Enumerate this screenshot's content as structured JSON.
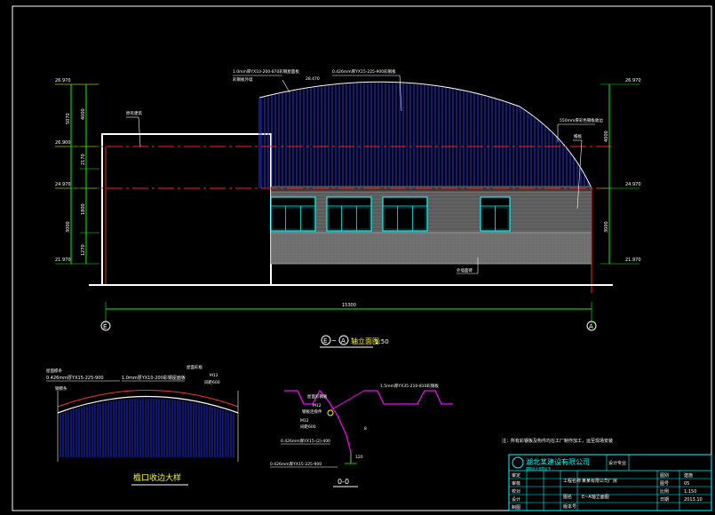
{
  "colors": {
    "background": "#000000",
    "frame": "#ffffff",
    "dim": "#00ff00",
    "roof": "#2233ff",
    "axis_line": "#ff2020",
    "leader": "#ffffff",
    "text": "#ffffff",
    "green_text": "#00ff00",
    "yellow_text": "#ffff00",
    "wall_fill": "#6a6a6a",
    "window": "#00ffff",
    "magenta": "#ff00ff",
    "title_block": "#00ffff",
    "gutter": "#ff3030"
  },
  "elevation": {
    "elev_left": [
      "26.970",
      "26.900",
      "24.970",
      "21.970"
    ],
    "elev_right": [
      "26.970",
      "24.970",
      "21.970"
    ],
    "dim_left_outer": [
      "5070",
      "3000"
    ],
    "dim_left_inner": [
      "4000",
      "2170",
      "1800",
      "1270"
    ],
    "dim_right": [
      "4000",
      "3000"
    ],
    "total_width": "15300",
    "axis_left": "E",
    "axis_right": "A",
    "note_roof_1": "1.0mm厚YX10-200-870彩钢屋面板",
    "note_roof_2": "0.426mm厚YX15-225-900彩钢板",
    "note_roof_3": "彩钢板外墙",
    "note_rise": "28.470",
    "note_right_1": "550mm厚彩色钢板收边",
    "note_right_2": "檐板",
    "note_left_box": "原有建筑",
    "note_wall": "外墙面砖",
    "title_circle_1": "E",
    "title_circle_2": "A",
    "title_text": "~",
    "title_suffix": "轴立面图",
    "title_scale": "1:50"
  },
  "detail_left": {
    "label_a": "0.426mm厚YX15-225-900",
    "label_b": "1.0mm厚YX10-200彩钢屋面板",
    "label_c": "屋面檩条",
    "label_d": "屋面彩板",
    "label_e": "钢檩条",
    "label_f": "M12",
    "label_g": "间距600",
    "title": "檐口收边大样"
  },
  "detail_section": {
    "label_a": "1.5mm厚YX35-210-810彩钢板",
    "label_b": "屋面彩钢板",
    "label_c": "M12",
    "label_d": "钢板连接件",
    "label_e": "M12",
    "label_f": "间距600",
    "label_g": "0.426mm厚YX15-225-900",
    "label_h": "0.426mm厚YX15-(2)-400",
    "label_i": "120",
    "label_j": "8",
    "title": "0-0"
  },
  "note_bottom": "注：所有彩钢板及构件均在工厂制作加工，运至现场安装",
  "title_block": {
    "company": "湖北某建设有限公司",
    "company_sub": "建筑设计资质证书",
    "project_label": "工程名称",
    "project": "某某有限公司厂房",
    "drawing_label": "图名",
    "drawing": "E~A轴立面图",
    "row_labels": [
      "审定",
      "审核",
      "校对",
      "设计",
      "制图"
    ],
    "right_labels": [
      "图别",
      "图号",
      "比例",
      "日期"
    ],
    "right_values": [
      "建施",
      "05",
      "1:150",
      "2013.10"
    ],
    "design_label": "设计专业",
    "version_label": "版本号"
  }
}
